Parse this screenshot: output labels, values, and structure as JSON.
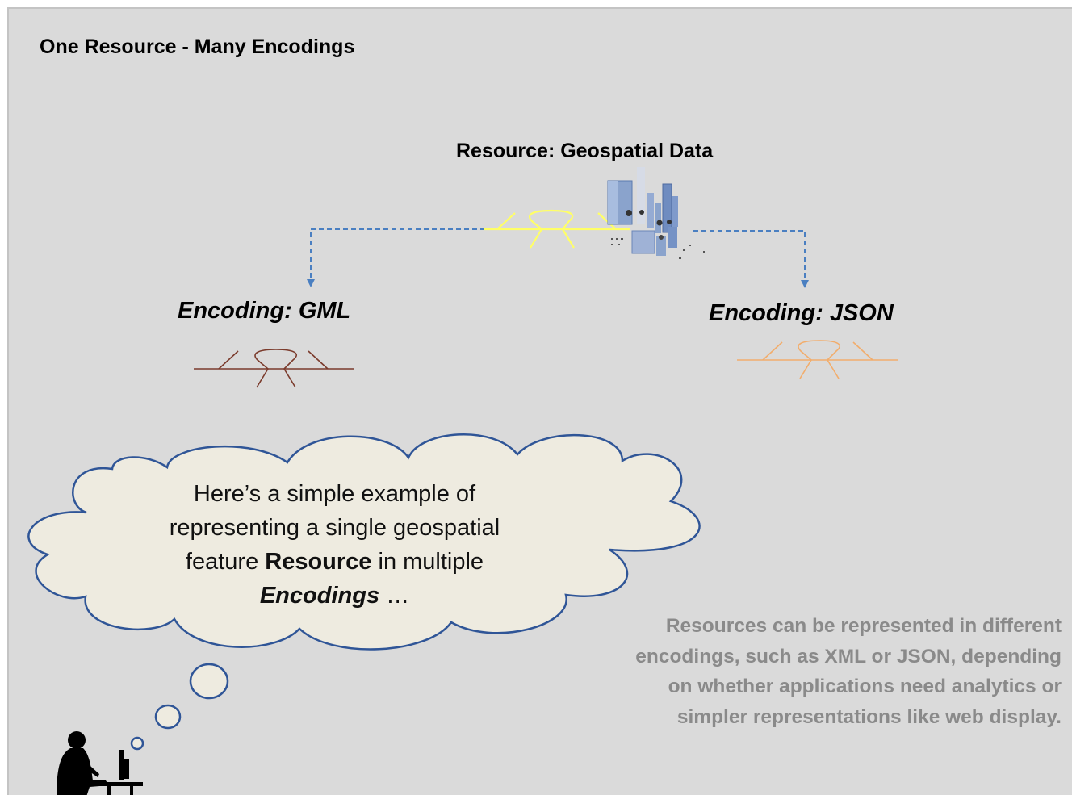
{
  "slide": {
    "title": "One Resource - Many Encodings"
  },
  "resource": {
    "label": "Resource:  Geospatial Data",
    "icon": "city-buildings-icon"
  },
  "encodings": [
    {
      "label": "Encoding:  GML",
      "line_color": "#7b3b2c",
      "icon": "feature-link-icon"
    },
    {
      "label": "Encoding:  JSON",
      "line_color": "#f2ad6c",
      "icon": "feature-link-icon"
    }
  ],
  "source_feature_color": "#ffff66",
  "arrow_color": "#4a7fc1",
  "thought_bubble": {
    "line1": "Here’s a simple example of",
    "line2": "representing a single geospatial",
    "line3_pre": "feature ",
    "line3_bold": "Resource",
    "line3_post": " in multiple",
    "line4_bold_italic": "Encodings",
    "line4_post": " …",
    "fill": "#eeebe0",
    "stroke": "#2f5597"
  },
  "note": {
    "text": "Resources can be represented in different encodings, such as XML or JSON, depending on whether applications need analytics or simpler representations like web display."
  },
  "person_icon": "person-at-computer-icon"
}
